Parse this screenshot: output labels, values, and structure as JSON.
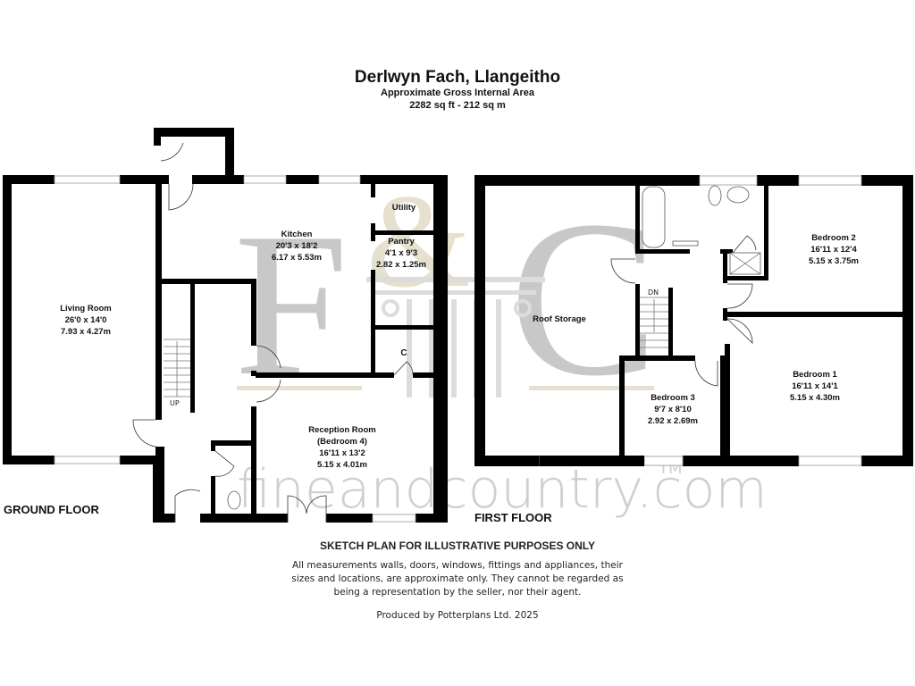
{
  "header": {
    "title": "Derlwyn Fach, Llangeitho",
    "subtitle": "Approximate Gross Internal Area",
    "area": "2282 sq ft - 212 sq m"
  },
  "watermark": {
    "monogram_left": "F",
    "monogram_amp": "&",
    "monogram_right": "C",
    "website": "fineandcountry.com",
    "trademark": "TM",
    "colors": {
      "grey": "#c8c8c8",
      "gold": "#e6e0cf"
    }
  },
  "ground_floor": {
    "label": "GROUND FLOOR",
    "rooms": [
      {
        "name": "Living Room",
        "imperial": "26'0 x 14'0",
        "metric": "7.93 x 4.27m"
      },
      {
        "name": "Kitchen",
        "imperial": "20'3 x 18'2",
        "metric": "6.17 x 5.53m"
      },
      {
        "name": "Utility"
      },
      {
        "name": "Pantry",
        "imperial": "4'1 x 9'3",
        "metric": "2.82 x 1.25m"
      },
      {
        "name": "C"
      },
      {
        "name": "Reception Room",
        "subname": "(Bedroom 4)",
        "imperial": "16'11 x 13'2",
        "metric": "5.15 x 4.01m"
      }
    ],
    "stairs_label": "UP"
  },
  "first_floor": {
    "label": "FIRST FLOOR",
    "rooms": [
      {
        "name": "Roof Storage"
      },
      {
        "name": "Bedroom 2",
        "imperial": "16'11 x 12'4",
        "metric": "5.15 x 3.75m"
      },
      {
        "name": "Bedroom 1",
        "imperial": "16'11 x 14'1",
        "metric": "5.15 x 4.30m"
      },
      {
        "name": "Bedroom 3",
        "imperial": "9'7 x 8'10",
        "metric": "2.92 x 2.69m"
      }
    ],
    "stairs_label": "DN"
  },
  "footer": {
    "heading": "SKETCH PLAN FOR ILLUSTRATIVE PURPOSES ONLY",
    "disclaimer_line1": "All measurements walls, doors, windows, fittings and appliances, their",
    "disclaimer_line2": "sizes and locations, are approximate only. They cannot be regarded as",
    "disclaimer_line3": "being a representation by the seller, nor their agent.",
    "producer": "Produced by Potterplans Ltd. 2025"
  }
}
